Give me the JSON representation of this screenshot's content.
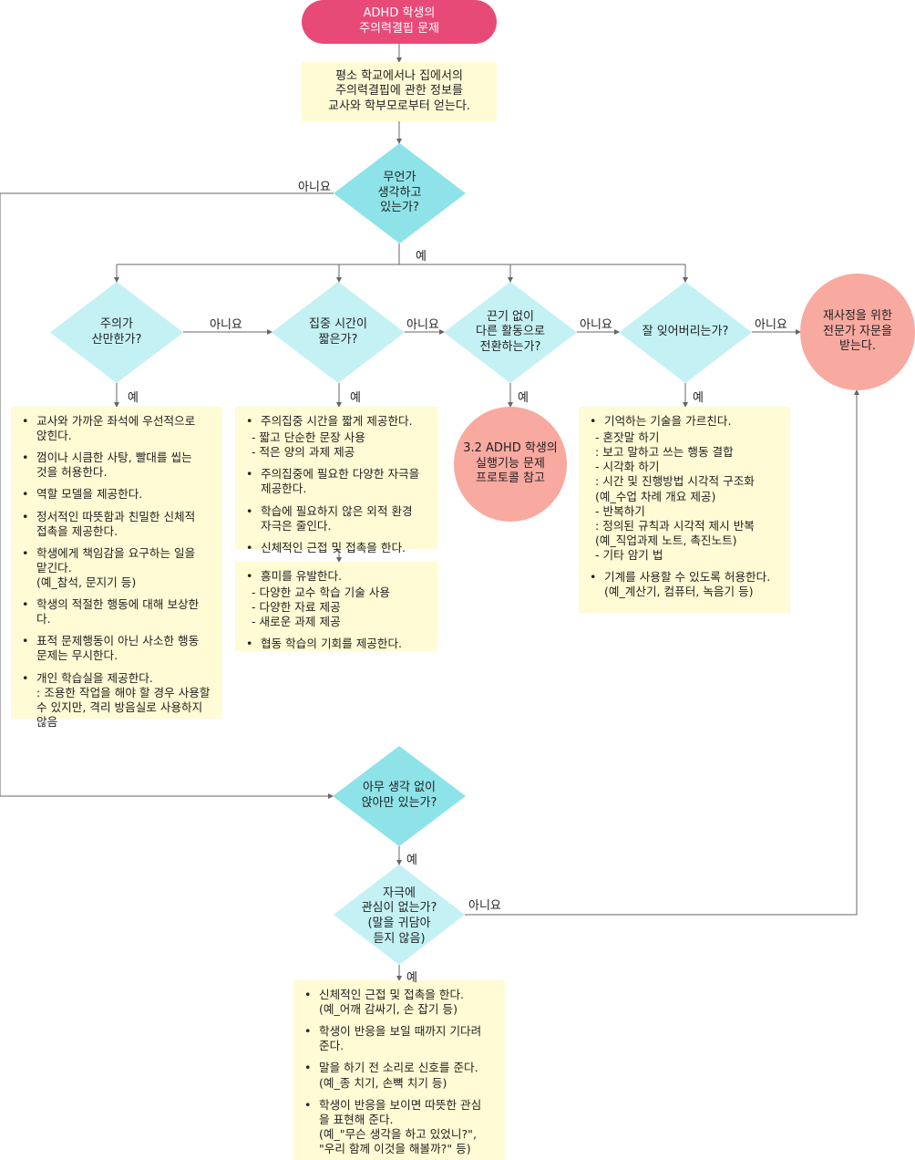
{
  "nodes": {
    "start": "ADHD 학생의\n주의력결핍 문제",
    "gather": "평소 학교에서나 집에서의\n주의력결핍에 관한 정보를\n교사와 학부모로부터 얻는다.",
    "thinking": "무언가\n생각하고\n있는가?",
    "distracted": "주의가\n산만한가?",
    "short_attention": "집중 시간이\n짧은가?",
    "switching": "끈기 없이\n다른 활동으로\n전환하는가?",
    "forgetful": "잘 잊어버리는가?",
    "consult": "재사정을 위한\n전문가 자문을\n받는다.",
    "executive_ref": "3.2 ADHD 학생의\n실행기능 문제\n프로토콜 참고",
    "just_sitting": "아무 생각 없이\n앉아만 있는가?",
    "no_interest": "자극에\n관심이 없는가?\n(말을 귀담아\n듣지 않음)"
  },
  "labels": {
    "yes": "예",
    "no": "아니요"
  },
  "boxes": {
    "distracted_actions": [
      {
        "text": "교사와 가까운 좌석에 우선적으로\n앉힌다.",
        "bullet": true
      },
      {
        "text": "껌이나 시큼한 사탕, 빨대를 씹는\n것을 허용한다.",
        "bullet": true
      },
      {
        "text": "역할 모델을 제공한다.",
        "bullet": true
      },
      {
        "text": "정서적인 따뜻함과 친밀한 신체적\n접촉을 제공한다.",
        "bullet": true
      },
      {
        "text": "학생에게 책임감을 요구하는 일을\n맡긴다.\n(예_참석, 문지기 등)",
        "bullet": true
      },
      {
        "text": "학생의 적절한 행동에 대해 보상한\n다.",
        "bullet": true
      },
      {
        "text": "표적 문제행동이 아닌 사소한 행동\n문제는 무시한다.",
        "bullet": true
      },
      {
        "text": "개인 학습실을 제공한다.\n: 조용한 작업을 해야 할 경우 사용할\n수 있지만, 격리 방음실로 사용하지\n않음",
        "bullet": true
      }
    ],
    "short_actions_1": [
      {
        "text": "주의집중 시간을 짧게 제공한다.",
        "bullet": true
      },
      {
        "text": "- 짧고 단순한 문장 사용\n- 적은 양의 과제 제공",
        "bullet": false
      },
      {
        "text": "주의집중에 필요한 다양한 자극을\n제공한다.",
        "bullet": true
      },
      {
        "text": "학습에 필요하지 않은 외적 환경\n자극은 줄인다.",
        "bullet": true
      },
      {
        "text": "신체적인 근접 및 접촉을 한다.",
        "bullet": true
      }
    ],
    "short_actions_2": [
      {
        "text": "흥미를 유발한다.",
        "bullet": true
      },
      {
        "text": "- 다양한 교수 학습 기술 사용\n- 다양한 자료 제공\n- 새로운 과제 제공",
        "bullet": false
      },
      {
        "text": "협동 학습의 기회를 제공한다.",
        "bullet": true
      }
    ],
    "forget_actions": [
      {
        "text": "기억하는 기술을 가르친다.",
        "bullet": true
      },
      {
        "text": "- 혼잣말 하기\n  : 보고 말하고 쓰는 행동 결합\n- 시각화 하기\n  : 시간 및 진행방법 시각적 구조화\n  (예_수업 차례 개요 제공)\n- 반복하기\n  : 정의된 규칙과 시각적 제시 반복\n  (예_직업과제 노트, 촉진노트)\n- 기타 암기 법",
        "bullet": false
      },
      {
        "text": "기계를 사용할 수 있도록 허용한다.\n(예_계산기, 컴퓨터, 녹음기 등)",
        "bullet": true
      }
    ],
    "interest_actions": [
      {
        "text": "신체적인 근접 및 접촉을 한다.\n(예_어깨 감싸기, 손 잡기 등)",
        "bullet": true
      },
      {
        "text": "학생이 반응을 보일 때까지 기다려\n준다.",
        "bullet": true
      },
      {
        "text": "말을 하기 전 소리로 신호를 준다.\n(예_종 치기, 손뼉 치기 등)",
        "bullet": true
      },
      {
        "text": "학생이 반응을 보이면 따뜻한 관심\n을 표현해 준다.\n(예_\"무슨 생각을 하고 있었니?\",\n     \"우리 함께 이것을 해볼까?\" 등)",
        "bullet": true
      }
    ]
  },
  "colors": {
    "start": "#e84a78",
    "decision_dark": "#8ee3e8",
    "decision_light": "#c4f1f4",
    "box": "#fffbd4",
    "terminal": "#f8a9a0",
    "line": "#666666"
  }
}
